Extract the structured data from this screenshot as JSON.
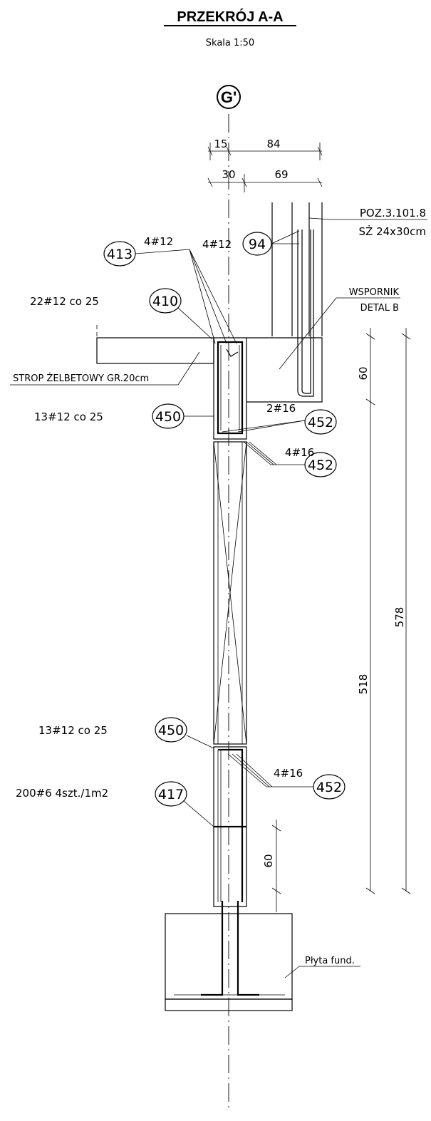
{
  "title": "PRZEKRÓJ A-A",
  "scale": "Skala 1:50",
  "grid_axis": "G'",
  "dimensions": {
    "top_row1": [
      "15",
      "84"
    ],
    "top_row2": [
      "30",
      "69"
    ],
    "bracket_height": "60",
    "total_518": "518",
    "total_578": "578",
    "footing_60": "60"
  },
  "bubbles": [
    "413",
    "94",
    "410",
    "450",
    "452",
    "452",
    "450",
    "452",
    "417"
  ],
  "labels": {
    "poz": "POZ.3.101.8",
    "sz": "SŻ 24x30cm",
    "bars_413": "4#12",
    "bars_94": "4#12",
    "bars_410": "22#12 co 25",
    "wspornik": "WSPORNIK",
    "detal": "DETAL B",
    "strop": "STROP ŻELBETOWY GR.20cm",
    "bars_450_top": "13#12 co 25",
    "bars_452_a": "2#16",
    "bars_452_b": "4#16",
    "bars_450_bot": "13#12 co 25",
    "bars_452_c": "4#16",
    "bars_417": "200#6   4szt./1m2",
    "plyta": "Płyta fund."
  }
}
